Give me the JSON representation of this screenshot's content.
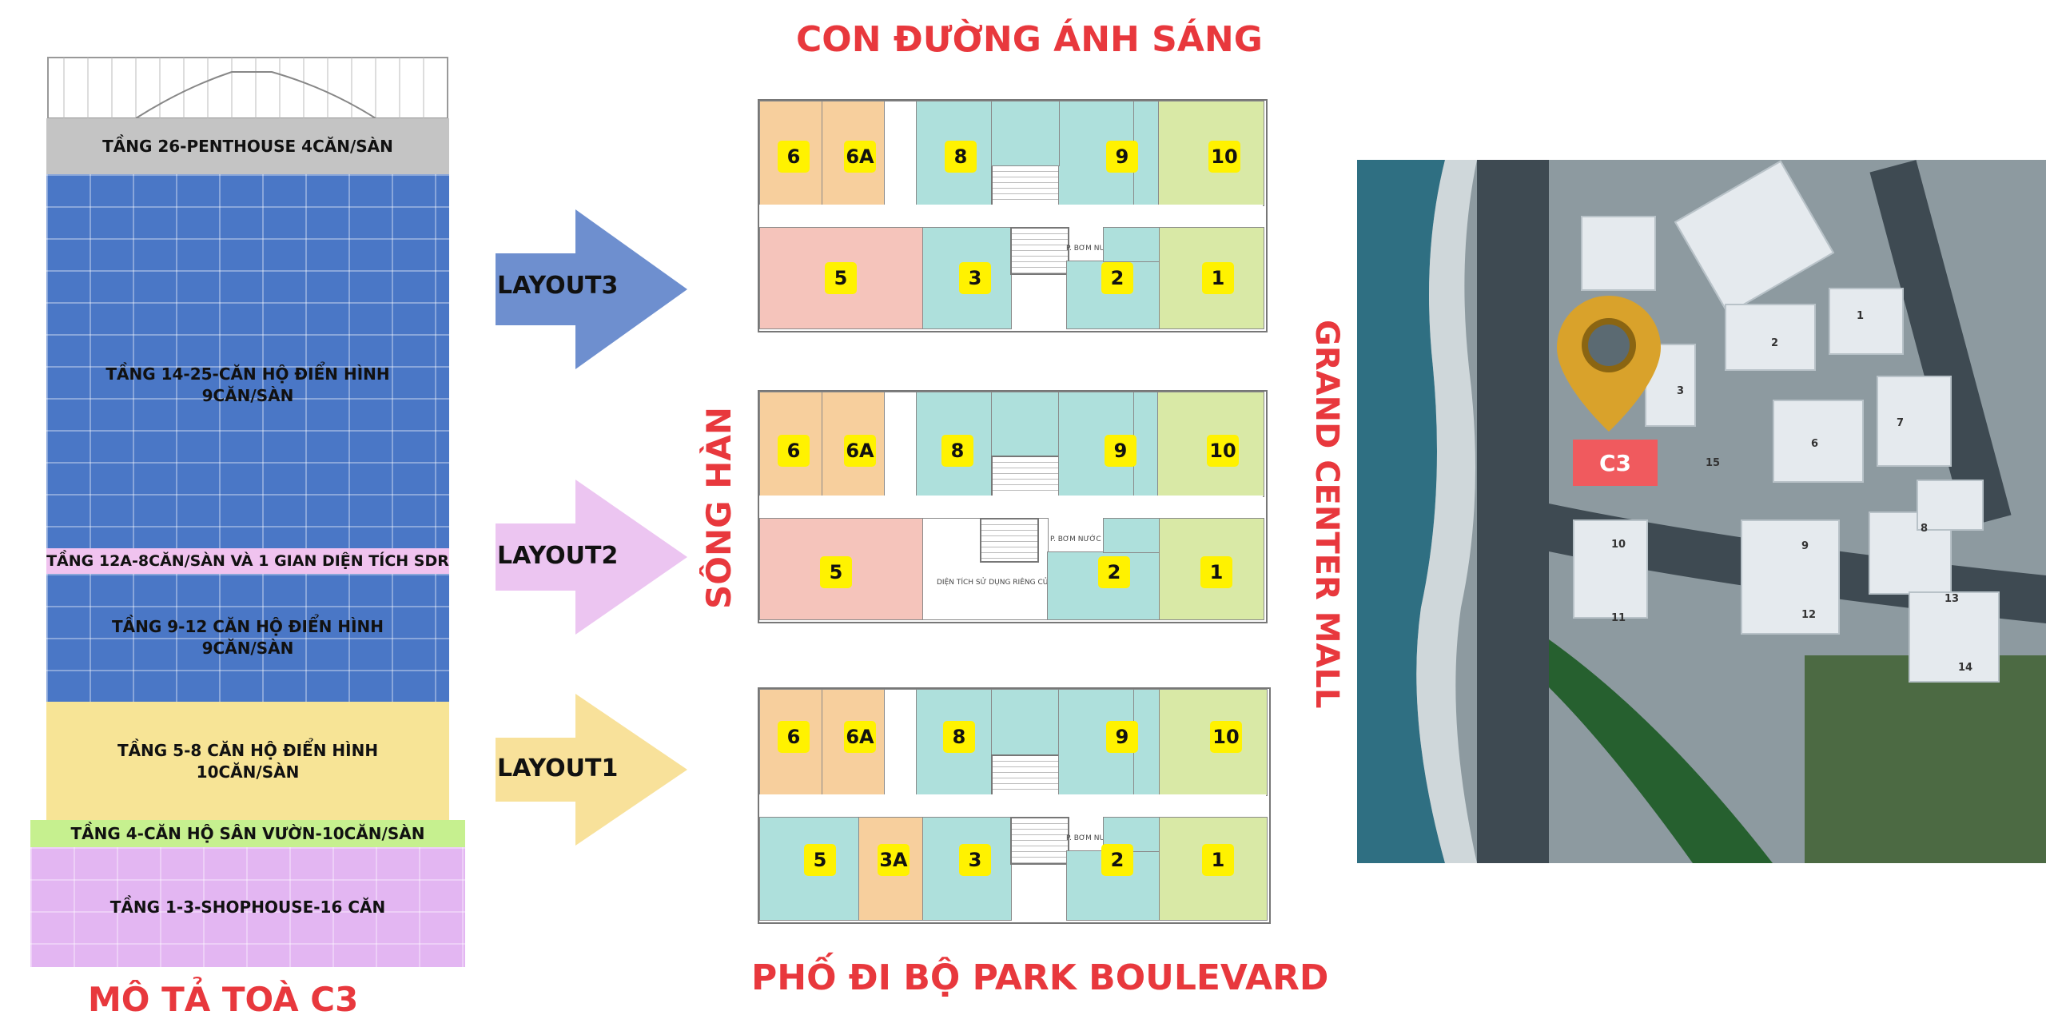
{
  "titles": {
    "top": "CON ĐƯỜNG ÁNH SÁNG",
    "bottom": "PHỐ ĐI BỘ PARK BOULEVARD",
    "left": "SÔNG HÀN",
    "right": "GRAND CENTER MALL",
    "tower": "MÔ TẢ TOÀ C3"
  },
  "colors": {
    "title_red": "#e8383d",
    "penthouse": "#c4c4c4",
    "typical": "#4a77c6",
    "sdr": "#f0c3ef",
    "lower_typical": "#f7e496",
    "garden": "#c6f08f",
    "shophouse": "#e3b6f2",
    "arrow_layout3": "#6e8fcf",
    "arrow_layout2": "#ecc5f1",
    "arrow_layout1": "#f8e19a",
    "badge": "#fff200",
    "map_marker": "#f05a5e"
  },
  "floors": [
    {
      "line1": "TẦNG 26-PENTHOUSE 4CĂN/SÀN",
      "line2": ""
    },
    {
      "line1": "TẦNG 14-25-CĂN HỘ ĐIỂN HÌNH",
      "line2": "9CĂN/SÀN"
    },
    {
      "line1": "TẦNG 12A-8CĂN/SÀN VÀ 1 GIAN DIỆN TÍCH SDR",
      "line2": ""
    },
    {
      "line1": "TẦNG 9-12 CĂN HỘ ĐIỂN HÌNH",
      "line2": "9CĂN/SÀN"
    },
    {
      "line1": "TẦNG 5-8 CĂN HỘ ĐIỂN HÌNH",
      "line2": "10CĂN/SÀN"
    },
    {
      "line1": "TẦNG 4-CĂN HỘ SÂN VƯỜN-10CĂN/SÀN",
      "line2": ""
    },
    {
      "line1": "TẦNG 1-3-SHOPHOUSE-16 CĂN",
      "line2": ""
    }
  ],
  "layouts": [
    {
      "label": "LAYOUT3",
      "top_units": [
        "6",
        "6A",
        "8",
        "9",
        "10"
      ],
      "bottom_units": [
        "5",
        "3",
        "2",
        "1"
      ],
      "core_note": "P. BƠM NƯỚC"
    },
    {
      "label": "LAYOUT2",
      "top_units": [
        "6",
        "6A",
        "8",
        "9",
        "10"
      ],
      "bottom_units": [
        "5",
        "2",
        "1"
      ],
      "sdr_note": "DIỆN TÍCH SỬ DỤNG RIÊNG CỦA CĐT",
      "core_note": "P. BƠM NƯỚC"
    },
    {
      "label": "LAYOUT1",
      "top_units": [
        "6",
        "6A",
        "8",
        "9",
        "10"
      ],
      "bottom_units": [
        "5",
        "3A",
        "3",
        "2",
        "1"
      ],
      "core_note": "P. BƠM NƯỚC"
    }
  ],
  "map": {
    "marker_label": "C3",
    "building_numbers": [
      "1",
      "2",
      "3",
      "6",
      "7",
      "8",
      "9",
      "10",
      "11",
      "12",
      "13",
      "14",
      "15"
    ]
  }
}
